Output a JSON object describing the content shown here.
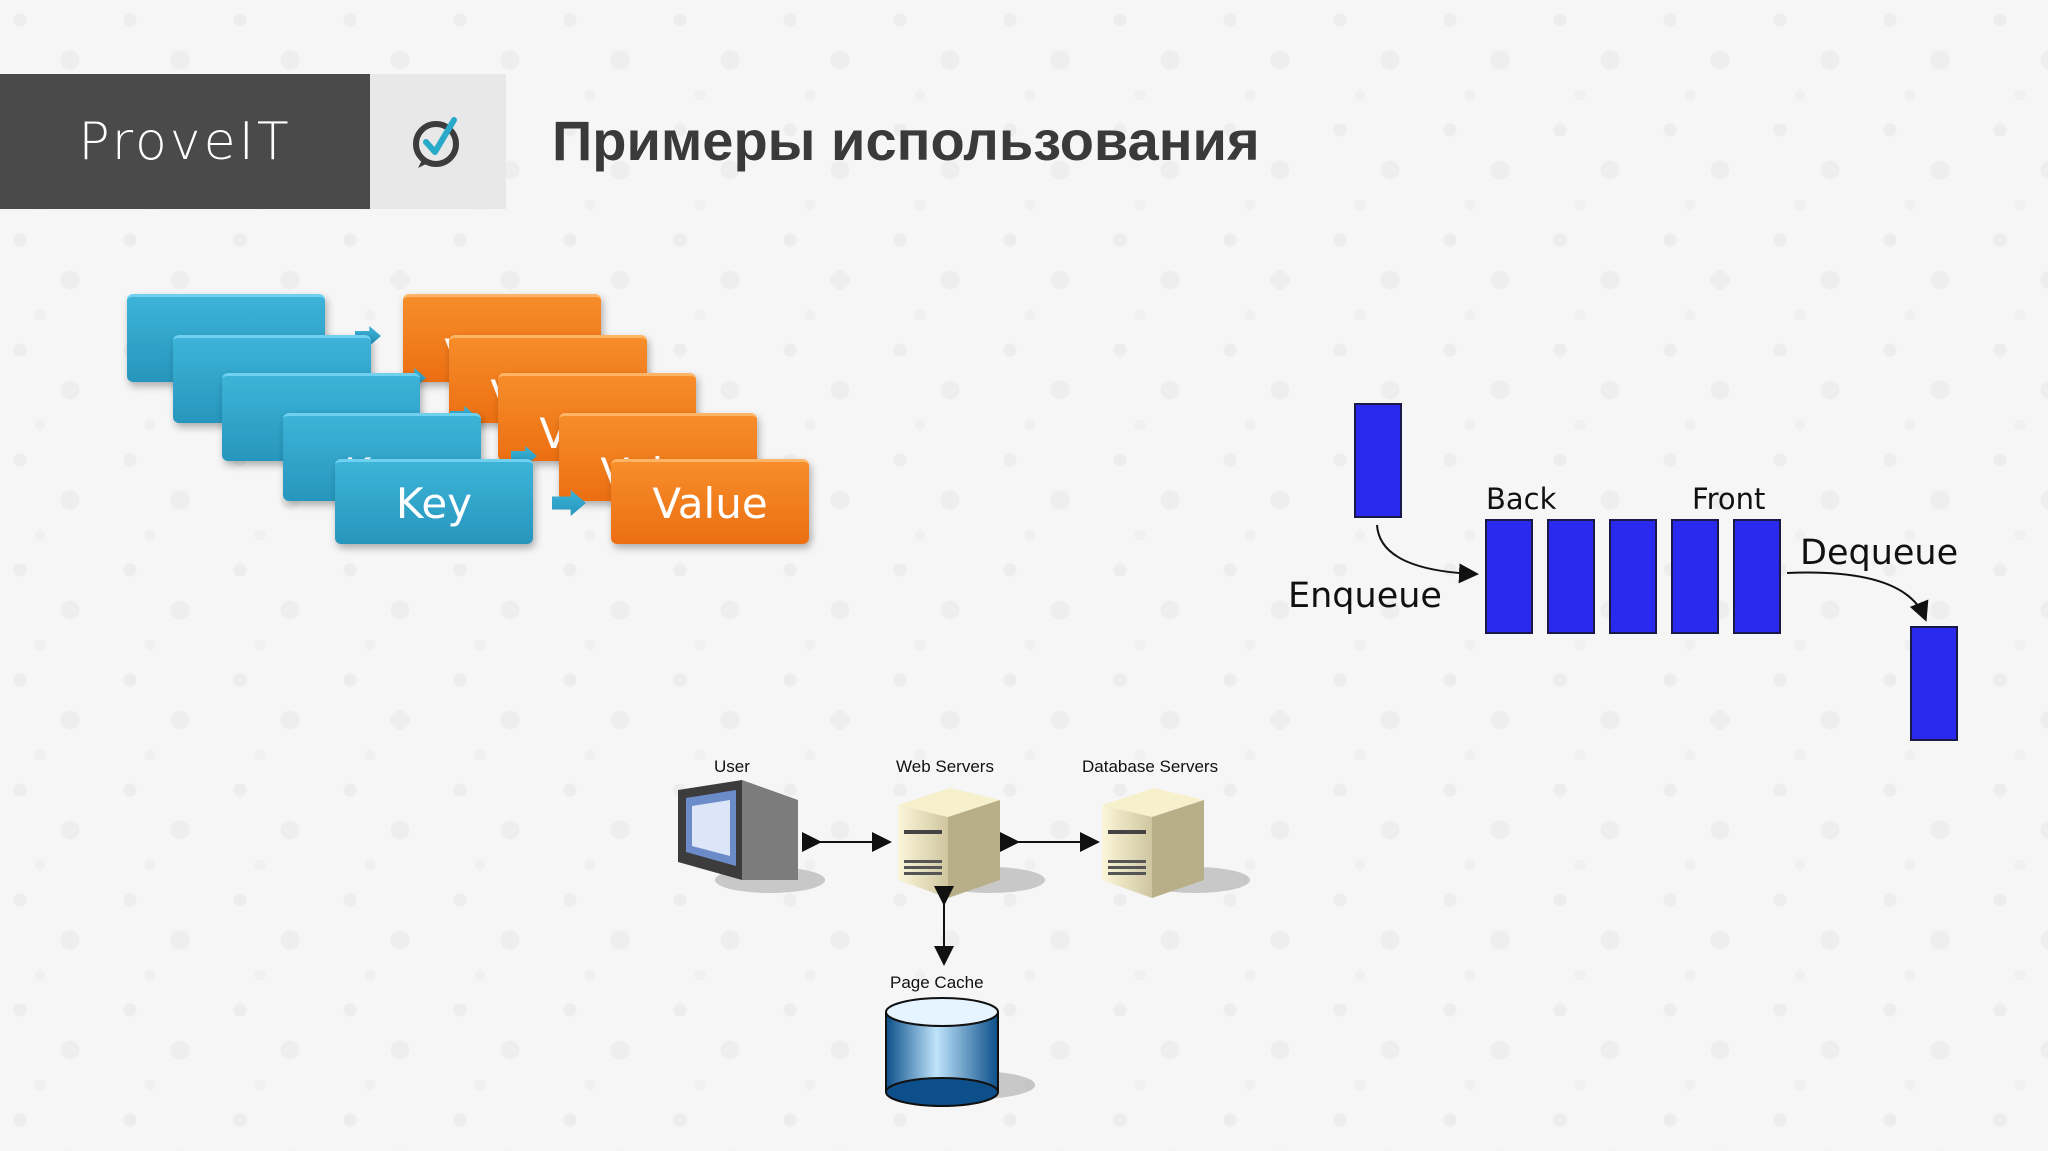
{
  "header": {
    "logo_text": "ProveIT",
    "title": "Примеры использования"
  },
  "key_value": {
    "key_label": "Key",
    "value_label": "Value"
  },
  "queue": {
    "back_label": "Back",
    "front_label": "Front",
    "enqueue_label": "Enqueue",
    "dequeue_label": "Dequeue"
  },
  "architecture": {
    "user_label": "User",
    "web_label": "Web Servers",
    "db_label": "Database Servers",
    "cache_label": "Page Cache"
  },
  "colors": {
    "logo_bg": "#4a4a4a",
    "queue_blue": "#2a2aef",
    "key_blue": "#2796bd",
    "value_orange": "#ec6f12"
  }
}
